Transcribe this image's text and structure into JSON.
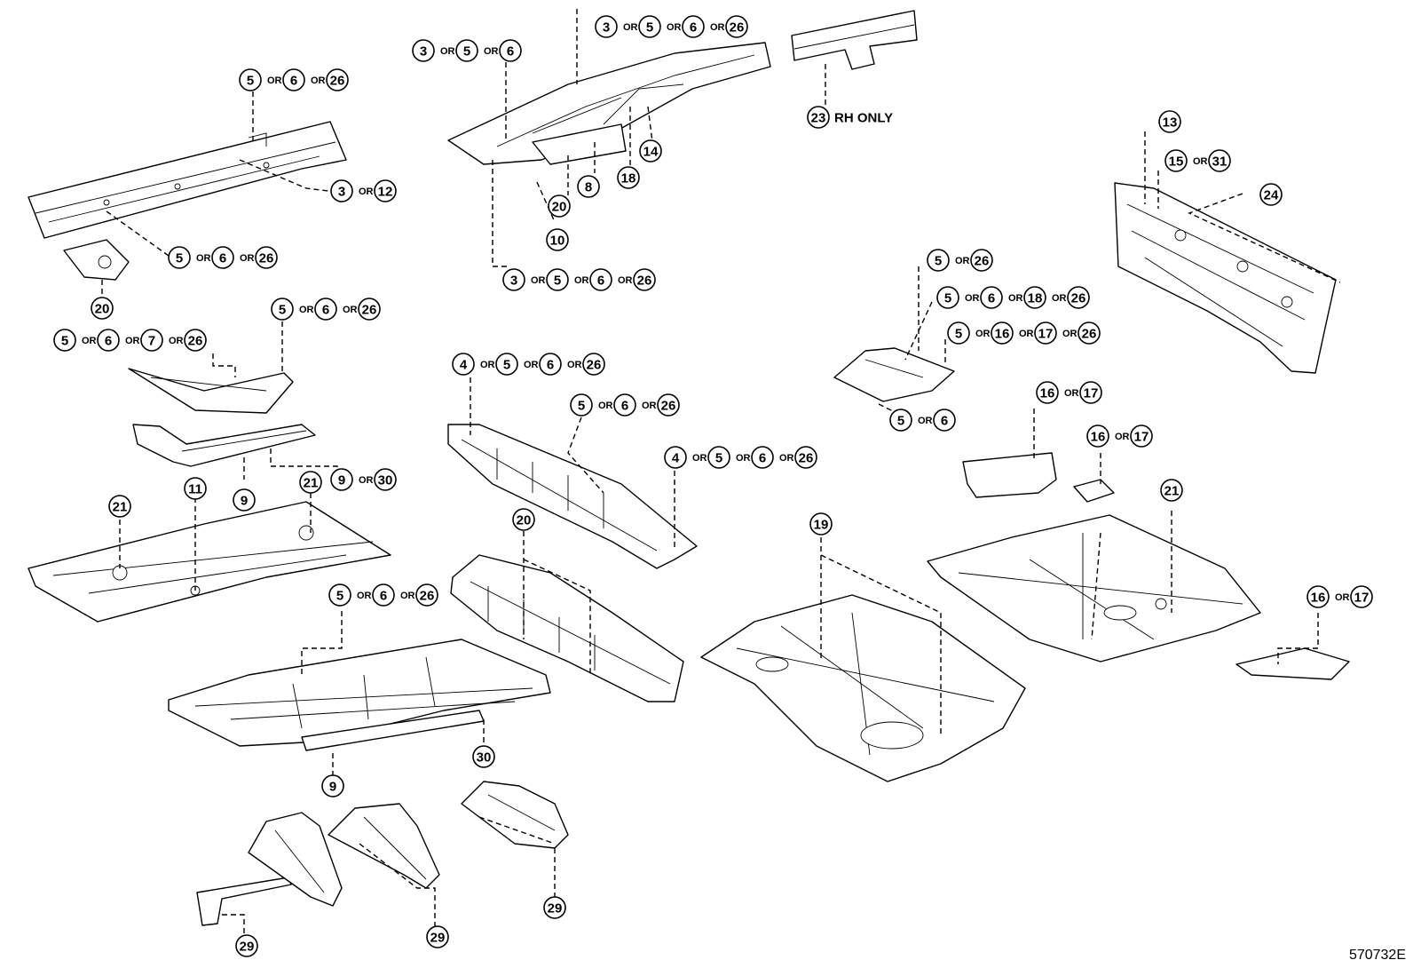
{
  "diagram": {
    "code": "570732E",
    "or_word": "OR",
    "callouts": [
      {
        "id": "c-top-left-rail",
        "nums": [
          "5",
          "6",
          "26"
        ]
      },
      {
        "id": "c-3-12",
        "nums": [
          "3",
          "12"
        ]
      },
      {
        "id": "c-rail-bottom",
        "nums": [
          "5",
          "6",
          "26"
        ]
      },
      {
        "id": "c-20-left",
        "nums": [
          "20"
        ]
      },
      {
        "id": "c-3-5-6",
        "nums": [
          "3",
          "5",
          "6"
        ]
      },
      {
        "id": "c-top-3-5-6-26",
        "nums": [
          "3",
          "5",
          "6",
          "26"
        ]
      },
      {
        "id": "c-14",
        "nums": [
          "14"
        ]
      },
      {
        "id": "c-18-top",
        "nums": [
          "18"
        ]
      },
      {
        "id": "c-8",
        "nums": [
          "8"
        ]
      },
      {
        "id": "c-20-mid",
        "nums": [
          "20"
        ]
      },
      {
        "id": "c-10",
        "nums": [
          "10"
        ]
      },
      {
        "id": "c-bottom-3-5-6-26",
        "nums": [
          "3",
          "5",
          "6",
          "26"
        ]
      },
      {
        "id": "c-23",
        "nums": [
          "23"
        ],
        "note": "RH ONLY"
      },
      {
        "id": "c-13",
        "nums": [
          "13"
        ]
      },
      {
        "id": "c-15-31",
        "nums": [
          "15",
          "31"
        ]
      },
      {
        "id": "c-24",
        "nums": [
          "24"
        ]
      },
      {
        "id": "c-5-26-right",
        "nums": [
          "5",
          "26"
        ]
      },
      {
        "id": "c-5-6-18-26",
        "nums": [
          "5",
          "6",
          "18",
          "26"
        ]
      },
      {
        "id": "c-5-16-17-26",
        "nums": [
          "5",
          "16",
          "17",
          "26"
        ]
      },
      {
        "id": "c-5-6-right",
        "nums": [
          "5",
          "6"
        ]
      },
      {
        "id": "c-5-6-26-upper",
        "nums": [
          "5",
          "6",
          "26"
        ]
      },
      {
        "id": "c-5-6-7-26",
        "nums": [
          "5",
          "6",
          "7",
          "26"
        ]
      },
      {
        "id": "c-4-5-6-26-a",
        "nums": [
          "4",
          "5",
          "6",
          "26"
        ]
      },
      {
        "id": "c-5-6-26-center",
        "nums": [
          "5",
          "6",
          "26"
        ]
      },
      {
        "id": "c-4-5-6-26-b",
        "nums": [
          "4",
          "5",
          "6",
          "26"
        ]
      },
      {
        "id": "c-16-17-a",
        "nums": [
          "16",
          "17"
        ]
      },
      {
        "id": "c-16-17-b",
        "nums": [
          "16",
          "17"
        ]
      },
      {
        "id": "c-21-left",
        "nums": [
          "21"
        ]
      },
      {
        "id": "c-11",
        "nums": [
          "11"
        ]
      },
      {
        "id": "c-9-upper",
        "nums": [
          "9"
        ]
      },
      {
        "id": "c-21-mid",
        "nums": [
          "21"
        ]
      },
      {
        "id": "c-9-30",
        "nums": [
          "9",
          "30"
        ]
      },
      {
        "id": "c-20-center",
        "nums": [
          "20"
        ]
      },
      {
        "id": "c-19",
        "nums": [
          "19"
        ]
      },
      {
        "id": "c-21-right",
        "nums": [
          "21"
        ]
      },
      {
        "id": "c-16-17-c",
        "nums": [
          "16",
          "17"
        ]
      },
      {
        "id": "c-5-6-26-floor",
        "nums": [
          "5",
          "6",
          "26"
        ]
      },
      {
        "id": "c-30",
        "nums": [
          "30"
        ]
      },
      {
        "id": "c-9-lower",
        "nums": [
          "9"
        ]
      },
      {
        "id": "c-29-center",
        "nums": [
          "29"
        ]
      },
      {
        "id": "c-29-mid",
        "nums": [
          "29"
        ]
      },
      {
        "id": "c-29-left",
        "nums": [
          "29"
        ]
      }
    ]
  }
}
